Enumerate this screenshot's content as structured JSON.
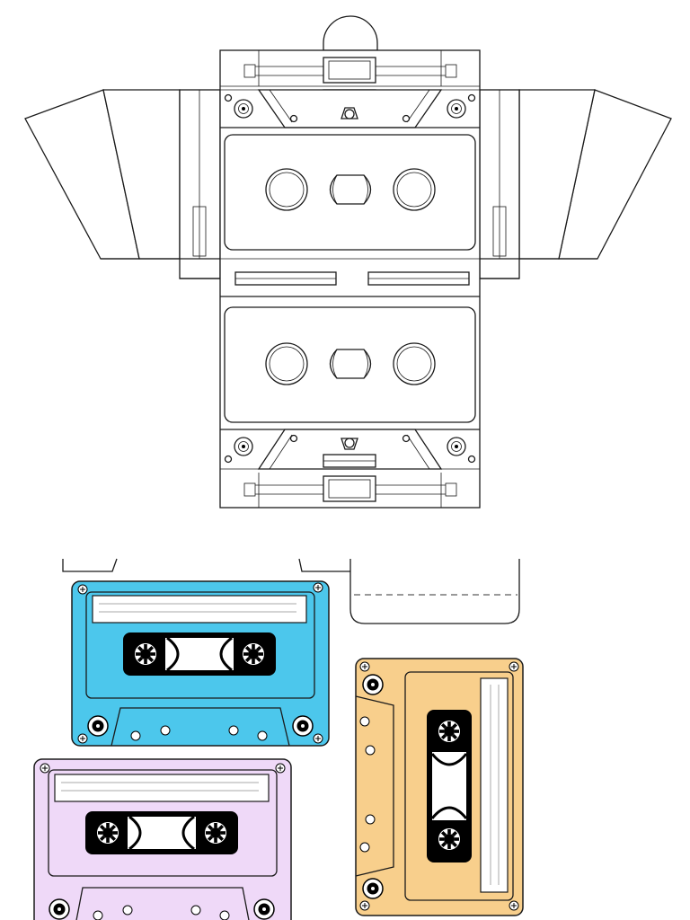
{
  "colors": {
    "outline": "#1a1a1a",
    "paper": "#ffffff",
    "cassette_blue": "#4cc7ec",
    "cassette_purple": "#efd9f8",
    "cassette_orange": "#f8cf8c",
    "window_fill": "#000000"
  },
  "pieces": [
    {
      "name": "case-template",
      "kind": "die-cut net"
    },
    {
      "name": "cassette-blue",
      "color": "cassette_blue"
    },
    {
      "name": "cassette-orange",
      "color": "cassette_orange"
    },
    {
      "name": "cassette-purple",
      "color": "cassette_purple"
    }
  ]
}
